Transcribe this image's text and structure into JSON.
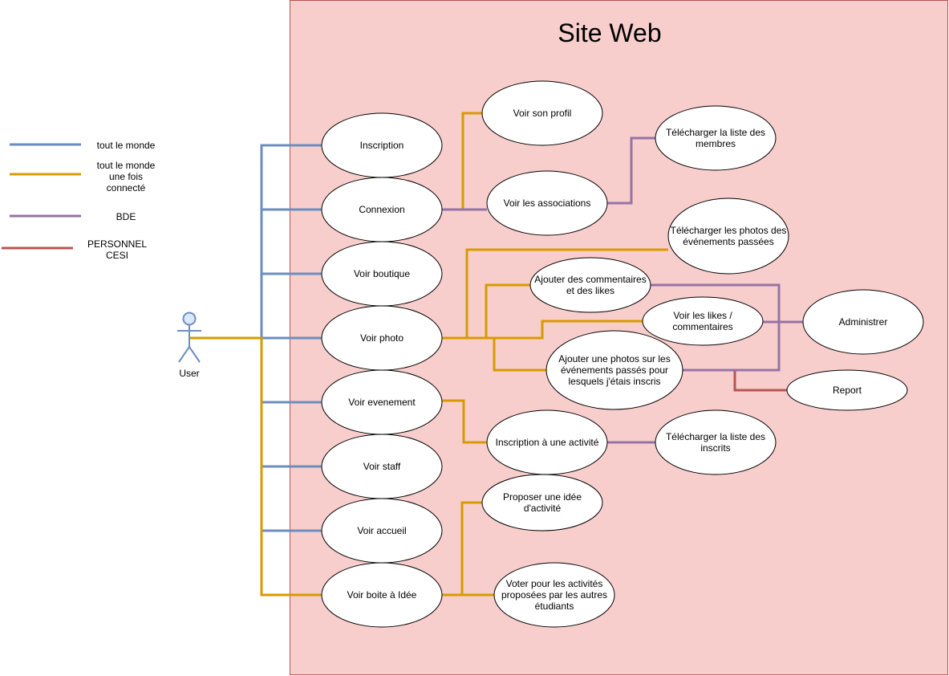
{
  "colors": {
    "everyone": "#6c8ebf",
    "connected": "#d79b00",
    "bde": "#9673a6",
    "staff": "#b85450",
    "system_fill": "#f8cecc",
    "system_stroke": "#b85450"
  },
  "system": {
    "title": "Site Web"
  },
  "actor": {
    "name": "User",
    "icon": "stick-figure-icon"
  },
  "legend": {
    "everyone": [
      "tout le monde"
    ],
    "connected": [
      "tout le monde",
      "une fois",
      "connecté"
    ],
    "bde": [
      "BDE"
    ],
    "staff": [
      "PERSONNEL",
      "CESI"
    ]
  },
  "use_cases": {
    "inscription": [
      "Inscription"
    ],
    "connexion": [
      "Connexion"
    ],
    "voir_boutique": [
      "Voir boutique"
    ],
    "voir_photo": [
      "Voir photo"
    ],
    "voir_evenement": [
      "Voir evenement"
    ],
    "voir_staff": [
      "Voir staff"
    ],
    "voir_accueil": [
      "Voir accueil"
    ],
    "voir_boite_idee": [
      "Voir boite à Idée"
    ],
    "voir_profil": [
      "Voir son profil"
    ],
    "voir_associations": [
      "Voir les associations"
    ],
    "telecharger_membres": [
      "Télécharger la liste des",
      "membres"
    ],
    "telecharger_photos": [
      "Télécharger les photos des",
      "événements passées"
    ],
    "ajouter_commentaires": [
      "Ajouter des commentaires",
      "et des likes"
    ],
    "voir_likes": [
      "Voir les likes /",
      "commentaires"
    ],
    "ajouter_photos": [
      "Ajouter une photos sur les",
      "événements passés pour",
      "lesquels j'étais inscris"
    ],
    "administrer": [
      "Administrer"
    ],
    "report": [
      "Report"
    ],
    "inscription_activite": [
      "Inscription à une activité"
    ],
    "telecharger_inscrits": [
      "Télécharger la liste des",
      "inscrits"
    ],
    "proposer_idee": [
      "Proposer une idée",
      "d'activité"
    ],
    "voter_activites": [
      "Voter pour les activités",
      "proposées par les autres",
      "étudiants"
    ]
  },
  "connections": [
    {
      "from": "actor",
      "to": "inscription",
      "kind": "everyone"
    },
    {
      "from": "actor",
      "to": "connexion",
      "kind": "everyone"
    },
    {
      "from": "actor",
      "to": "voir_boutique",
      "kind": "everyone"
    },
    {
      "from": "actor",
      "to": "voir_photo",
      "kind": "everyone"
    },
    {
      "from": "actor",
      "to": "voir_evenement",
      "kind": "everyone"
    },
    {
      "from": "actor",
      "to": "voir_staff",
      "kind": "everyone"
    },
    {
      "from": "actor",
      "to": "voir_accueil",
      "kind": "everyone"
    },
    {
      "from": "actor",
      "to": "voir_boite_idee",
      "kind": "connected"
    },
    {
      "from": "connexion",
      "to": "voir_profil",
      "kind": "connected"
    },
    {
      "from": "connexion",
      "to": "voir_associations",
      "kind": "bde"
    },
    {
      "from": "voir_associations",
      "to": "telecharger_membres",
      "kind": "bde"
    },
    {
      "from": "voir_photo",
      "to": "telecharger_photos",
      "kind": "connected"
    },
    {
      "from": "voir_photo",
      "to": "ajouter_commentaires",
      "kind": "connected"
    },
    {
      "from": "voir_photo",
      "to": "voir_likes",
      "kind": "connected"
    },
    {
      "from": "voir_photo",
      "to": "ajouter_photos",
      "kind": "connected"
    },
    {
      "from": "ajouter_commentaires",
      "to": "administrer",
      "kind": "bde"
    },
    {
      "from": "voir_likes",
      "to": "administrer",
      "kind": "bde"
    },
    {
      "from": "ajouter_photos",
      "to": "report",
      "kind": "staff"
    },
    {
      "from": "voir_evenement",
      "to": "inscription_activite",
      "kind": "connected"
    },
    {
      "from": "inscription_activite",
      "to": "telecharger_inscrits",
      "kind": "bde"
    },
    {
      "from": "voir_boite_idee",
      "to": "proposer_idee",
      "kind": "connected"
    },
    {
      "from": "voir_boite_idee",
      "to": "voter_activites",
      "kind": "connected"
    }
  ]
}
